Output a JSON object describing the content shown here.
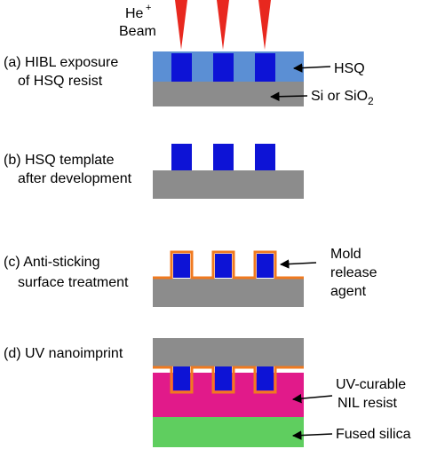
{
  "beam": {
    "line1": "He",
    "sup": "+",
    "line2": "Beam"
  },
  "steps": {
    "a": {
      "line1": "(a) HIBL exposure",
      "line2": "of HSQ resist"
    },
    "b": {
      "line1": "(b) HSQ template",
      "line2": "after development"
    },
    "c": {
      "line1": "(c) Anti-sticking",
      "line2": "surface treatment"
    },
    "d": {
      "line1": "(d) UV nanoimprint"
    }
  },
  "callouts": {
    "hsq": "HSQ",
    "substrate_main": "Si or SiO",
    "substrate_sub": "2",
    "mold_line1": "Mold",
    "mold_line2": "release",
    "mold_line3": "agent",
    "uv_line1": "UV-curable",
    "uv_line2": "NIL resist",
    "fused": "Fused silica"
  },
  "colors": {
    "hsq_layer": "#5b8fd4",
    "hsq_feature": "#0d13d6",
    "substrate": "#8c8c8c",
    "release_agent": "#f07a1f",
    "beam": "#e8281f",
    "nil_resist": "#e11a8a",
    "fused_silica": "#5fce5f"
  }
}
